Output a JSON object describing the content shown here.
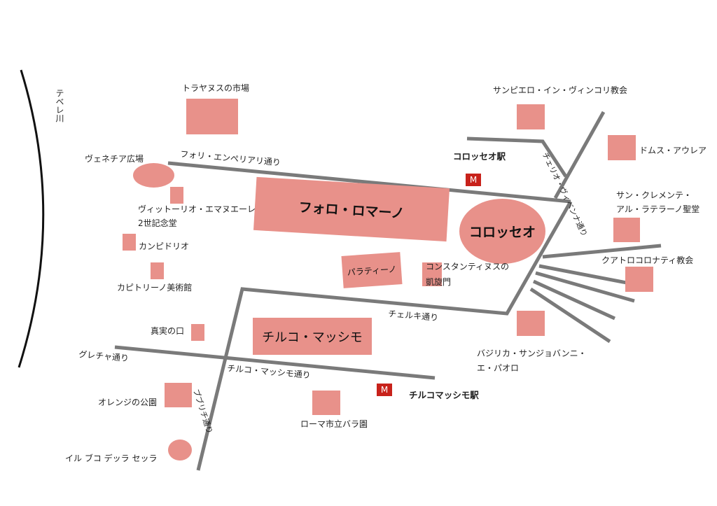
{
  "river": {
    "name": "テベレ川"
  },
  "streets": {
    "fori_imperiali": "フォリ・エンペリアリ通り",
    "celio_vibenna": "チェリオ・ヴィベンナ通り",
    "cerchi": "チェルキ通り",
    "greca": "グレチャ通り",
    "circo_massimo": "チルコ・マッシモ通り",
    "publicii": "プブリチ通り"
  },
  "areas": {
    "forum": "フォロ・ロマーノ",
    "colosseum": "コロッセオ",
    "circus": "チルコ・マッシモ",
    "palatine": "パラティーノ"
  },
  "landmarks": {
    "trajan_market": "トラヤヌスの市場",
    "venezia": "ヴェネチア広場",
    "vittoriano_1": "ヴィットーリオ・エマヌエーレ",
    "vittoriano_2": "2世記念堂",
    "campidoglio": "カンピドリオ",
    "capitoline": "カピトリーノ美術館",
    "bocca": "真実の口",
    "orange_garden": "オレンジの公園",
    "buco": "イル ブコ デッラ セッラ",
    "rose_garden": "ローマ市立バラ園",
    "constantine_1": "コンスタンティヌスの",
    "constantine_2": "凱旋門",
    "san_pietro": "サンピエロ・イン・ヴィンコリ教会",
    "domus_aurea": "ドムス・アウレア",
    "san_clemente_1": "サン・クレメンテ・",
    "san_clemente_2": "アル・ラテラーノ聖堂",
    "quattro": "クアトロコロナティ教会",
    "basilica_1": "バジリカ・サンジョバンニ・",
    "basilica_2": "エ・パオロ"
  },
  "stations": {
    "colosseo": "コロッセオ駅",
    "circo": "チルコマッシモ駅",
    "metro_symbol": "M"
  },
  "colors": {
    "landmark_fill": "#e8918a",
    "street": "#7a7a7a",
    "metro": "#c8221b",
    "river": "#111111"
  }
}
